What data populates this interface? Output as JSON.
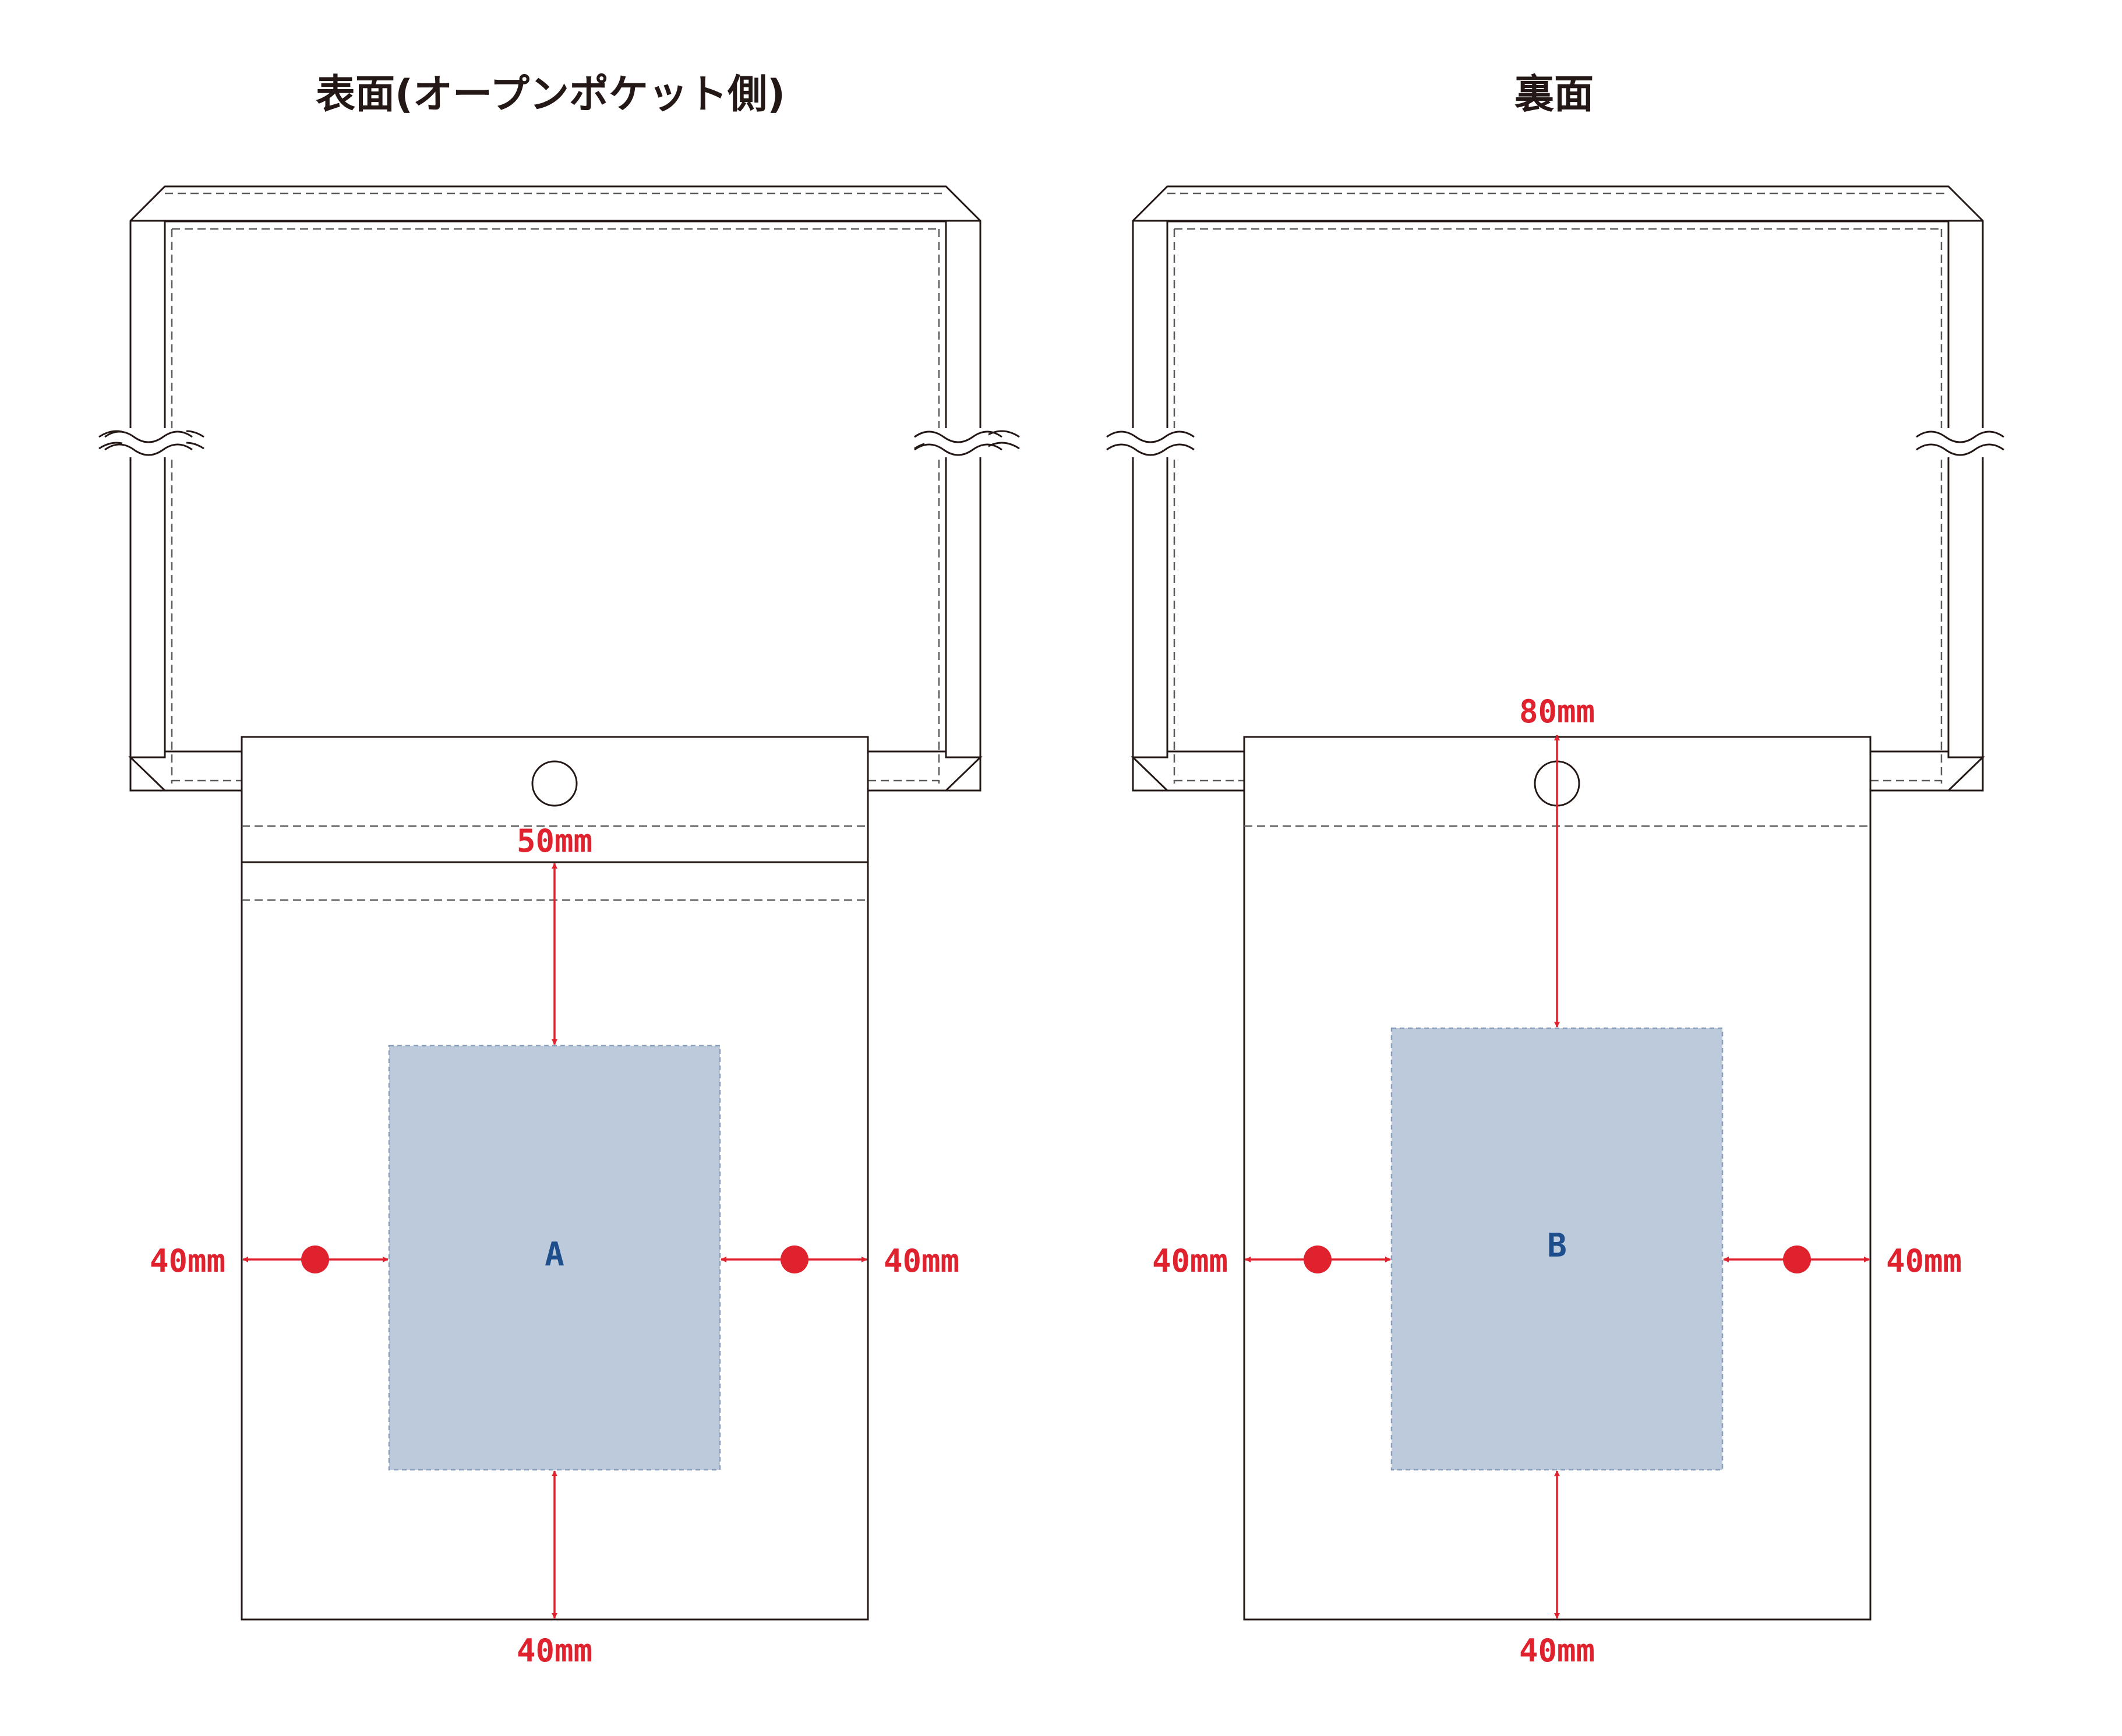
{
  "titles": {
    "front": "表面(オープンポケット側)",
    "back": "裏面"
  },
  "front": {
    "zone_label": "A",
    "dims": {
      "top": "50mm",
      "left": "40mm",
      "right": "40mm",
      "bottom": "40mm"
    }
  },
  "back": {
    "zone_label": "B",
    "dims": {
      "top": "80mm",
      "left": "40mm",
      "right": "40mm",
      "bottom": "40mm"
    }
  },
  "colors": {
    "dimension": "#e0222e",
    "print_area": "#bccadb",
    "label": "#1e4f8c",
    "outline": "#231815"
  }
}
